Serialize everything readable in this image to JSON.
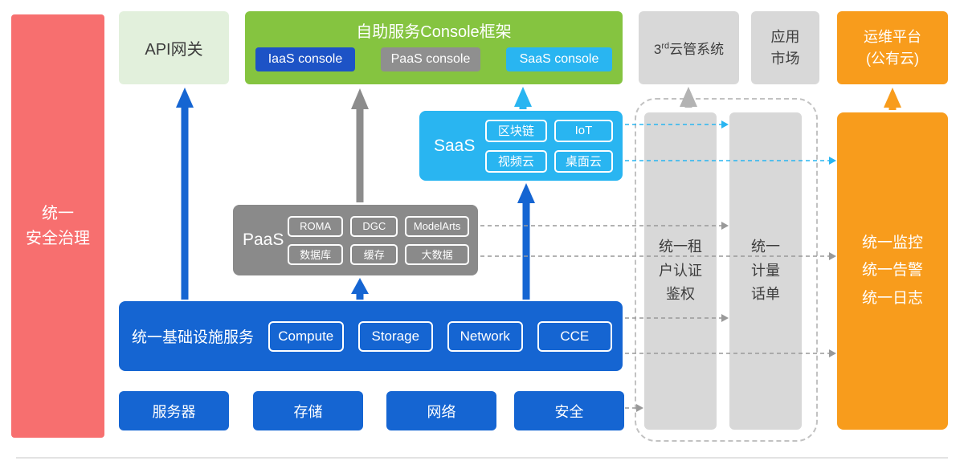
{
  "colors": {
    "blue": "#1565D2",
    "console_blue": "#1D53C6",
    "cyan": "#29B5F1",
    "green": "#85C440",
    "pale_green": "#E2F0DC",
    "gray_dark": "#8A8A8A",
    "gray_mid": "#8F8F8F",
    "gray_light": "#D8D8D8",
    "orange": "#F89C1C",
    "red": "#F76F6F"
  },
  "security_bar": {
    "label": "统一\n安全治理"
  },
  "top_row": {
    "api_gateway": "API网关",
    "console_frame_title": "自助服务Console框架",
    "consoles": [
      {
        "label": "IaaS console"
      },
      {
        "label": "PaaS console"
      },
      {
        "label": "SaaS console"
      }
    ],
    "cloud_mgmt": {
      "base": "3",
      "sup": "rd",
      "rest": "云管系统"
    },
    "app_market": "应用\n市场",
    "ops_platform": "运维平台\n(公有云)"
  },
  "saas": {
    "label": "SaaS",
    "chips": [
      "区块链",
      "IoT",
      "视频云",
      "桌面云"
    ]
  },
  "paas": {
    "label": "PaaS",
    "chips": [
      "ROMA",
      "DGC",
      "ModelArts",
      "数据库",
      "缓存",
      "大数据"
    ]
  },
  "iaas": {
    "label": "统一基础设施服务",
    "chips": [
      "Compute",
      "Storage",
      "Network",
      "CCE"
    ]
  },
  "resources": [
    "服务器",
    "存储",
    "网络",
    "安全"
  ],
  "pillars": {
    "auth": "统一租\n户认证\n鉴权",
    "billing": "统一\n计量\n话单",
    "monitor": "统一监控\n统一告警\n统一日志"
  }
}
